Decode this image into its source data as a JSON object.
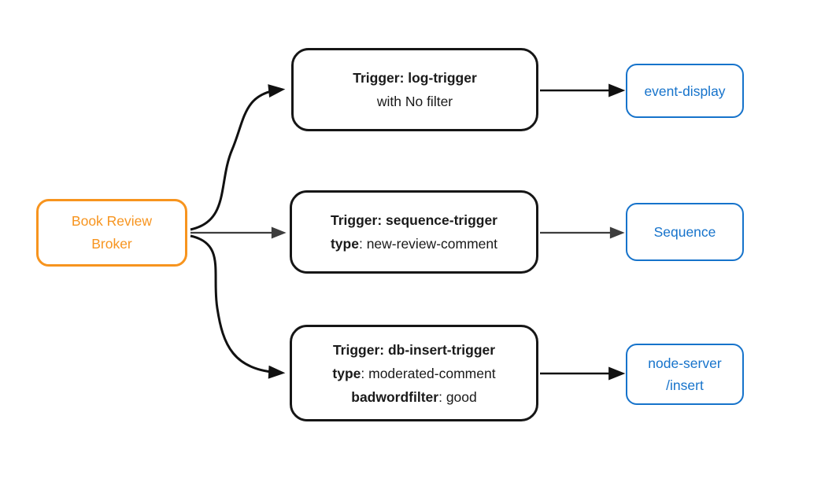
{
  "colors": {
    "broker_accent": "#f7941e",
    "sink_accent": "#1673cb",
    "trigger_border": "#161616",
    "arrow_primary": "#111111",
    "arrow_secondary": "#3d3d3d",
    "background": "#ffffff"
  },
  "broker": {
    "line1": "Book Review",
    "line2": "Broker"
  },
  "triggers": [
    {
      "title": "Trigger: log-trigger",
      "detail_bold": "",
      "detail_rest": "with No filter"
    },
    {
      "title": "Trigger: sequence-trigger",
      "detail_bold": "type",
      "detail_rest": ": new-review-comment"
    },
    {
      "title": "Trigger: db-insert-trigger",
      "detail_bold": "type",
      "detail_rest": ": moderated-comment",
      "detail2_bold": "badwordfilter",
      "detail2_rest": ": good"
    }
  ],
  "sinks": [
    {
      "line1": "event-display"
    },
    {
      "line1": "Sequence"
    },
    {
      "line1": "node-server",
      "line2": "/insert"
    }
  ]
}
